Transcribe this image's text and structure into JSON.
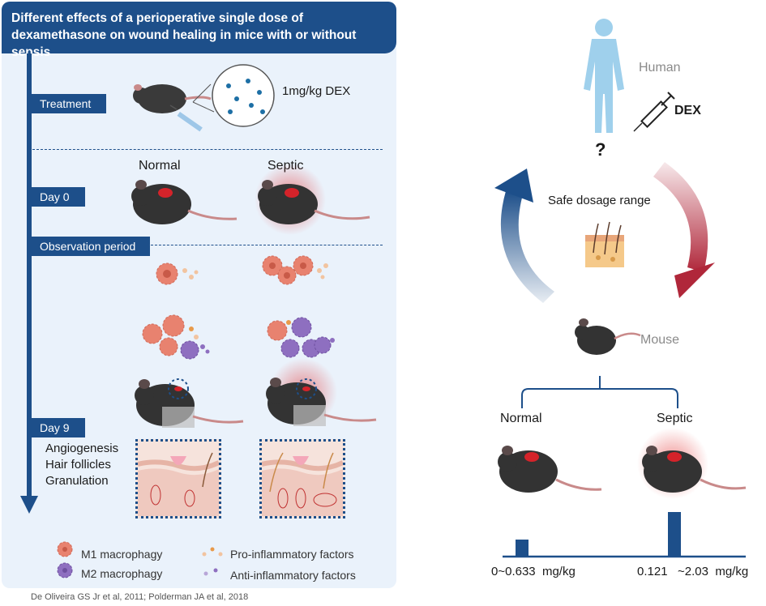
{
  "title": "Different effects of a perioperative single dose of dexamethasone on wound healing in mice with or without sepsis",
  "stages": {
    "treatment": "Treatment",
    "day0": "Day 0",
    "observation": "Observation period",
    "day9": "Day 9"
  },
  "treatment_dose": "1mg/kg DEX",
  "group_normal": "Normal",
  "group_septic": "Septic",
  "outcomes": [
    "Angiogenesis",
    "Hair follicles",
    "Granulation"
  ],
  "legend": {
    "m1": "M1 macrophagy",
    "m2": "M2 macrophagy",
    "pro": "Pro-inflammatory factors",
    "anti": "Anti-inflammatory factors"
  },
  "citation": "De Oliveira GS Jr et al, 2011; Polderman JA et al, 2018",
  "right": {
    "human": "Human",
    "dex": "DEX",
    "question": "?",
    "safe_range": "Safe dosage range",
    "mouse": "Mouse",
    "normal": "Normal",
    "septic": "Septic",
    "normal_range": "0~0.633  mg/kg",
    "septic_range": "0.121   ~2.03  mg/kg"
  },
  "colors": {
    "primary_blue": "#1d4f8a",
    "panel_bg": "#eaf2fb",
    "m1": "#e8826f",
    "m2": "#8e6fc0",
    "wound": "#d4232a",
    "arrow_red": "#b0273a"
  }
}
